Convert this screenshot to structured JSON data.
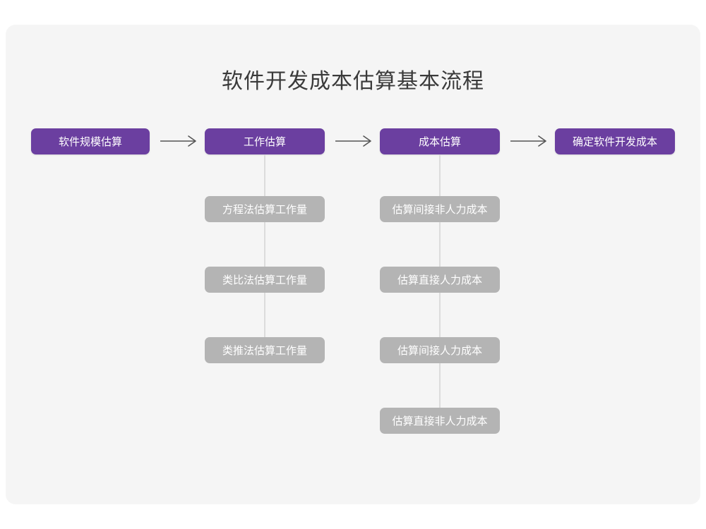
{
  "title": "软件开发成本估算基本流程",
  "colors": {
    "page_background": "#ffffff",
    "card_background": "#f5f5f5",
    "primary_node": "#6b3fa0",
    "secondary_node": "#b4b4b4",
    "connector": "#dcdcdc",
    "arrow": "#555555",
    "title_text": "#3a3a3a",
    "node_text": "#ffffff"
  },
  "flow": {
    "stages": [
      {
        "label": "软件规模估算",
        "substeps": []
      },
      {
        "label": "工作估算",
        "substeps": [
          "方程法估算工作量",
          "类比法估算工作量",
          "类推法估算工作量"
        ]
      },
      {
        "label": "成本估算",
        "substeps": [
          "估算间接非人力成本",
          "估算直接人力成本",
          "估算间接人力成本",
          "估算直接非人力成本"
        ]
      },
      {
        "label": "确定软件开发成本",
        "substeps": []
      }
    ],
    "arrows": [
      {
        "name": "arrow-stage-1-to-2",
        "glyph": "right-arrow-icon"
      },
      {
        "name": "arrow-stage-2-to-3",
        "glyph": "right-arrow-icon"
      },
      {
        "name": "arrow-stage-3-to-4",
        "glyph": "right-arrow-icon"
      }
    ]
  }
}
